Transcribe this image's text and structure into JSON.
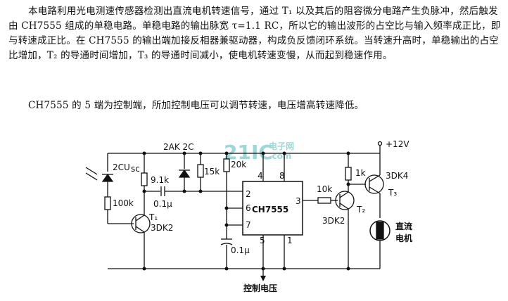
{
  "description": {
    "paragraph1": "本电路利用光电测速传感器检测出直流电机转速信号，通过 T₁ 以及其后的阻容微分电路产生负脉冲，然后触发由 CH7555 组成的单稳电路。单稳电路的输出脉宽 τ=1.1 RC，所以它的输出波形的占空比与输入频率成正比，即与转速成正比。在 CH7555 的输出端加接反相器兼驱动器，构成负反馈闭环系统。当转速升高时，单稳输出的占空比增加，T₂ 的导通时间增加，T₃ 的导通时间减小，使电机转速变慢，从而起到稳速作用。",
    "paragraph2": "CH7555 的 5 端为控制端，所加控制电压可以调节转速，电压增高转速降低。"
  },
  "watermark": {
    "brand": "21IC",
    "cn": "电子网",
    "domain": ".com"
  },
  "circuit": {
    "supply": "+12V",
    "ic_name": "CH7555",
    "pins": {
      "p2": "2",
      "p4": "4",
      "p8": "8",
      "p6": "6",
      "p7": "7",
      "p3": "3",
      "p5": "5",
      "p1": "1"
    },
    "photodiode": "2CU",
    "photodiode_sub": "sc",
    "r_100k": "100k",
    "r_9k1": "9.1k",
    "cap_01u": "0.1μ",
    "diode": "2AK 2C",
    "r_15k": "15k",
    "r_20k": "20k",
    "cap_timing": "0.1μ",
    "r_10k": "10k",
    "r_1k": "1k",
    "t1": "T₁",
    "t1_type": "3DK2",
    "t2": "T₂",
    "t2_type": "3DK2",
    "t3": "T₃",
    "t3_type": "3DK4",
    "motor_label_1": "直流",
    "motor_label_2": "电机",
    "control_voltage": "控制电压"
  }
}
